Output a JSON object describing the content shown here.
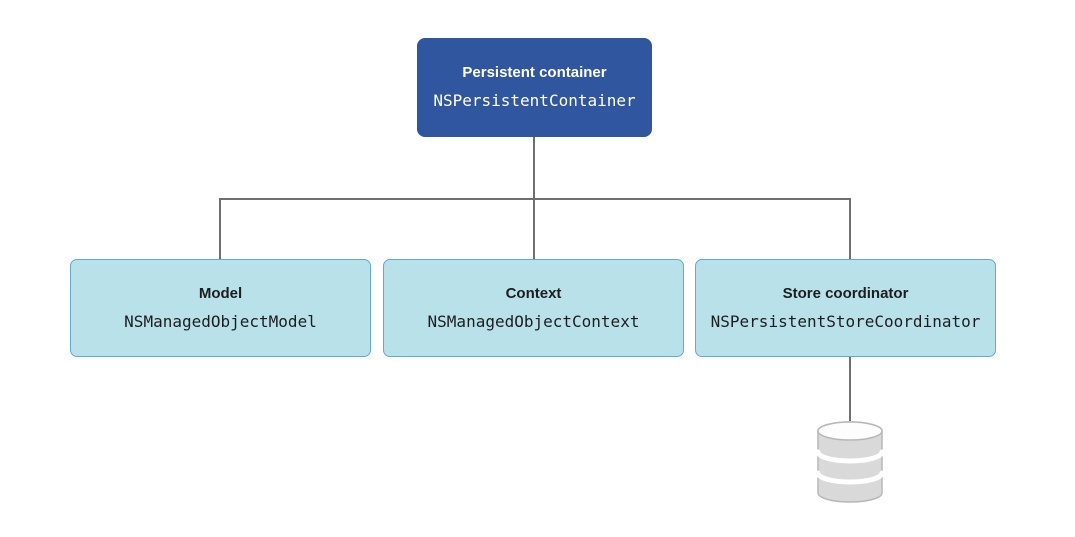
{
  "nodes": {
    "persistent_container": {
      "title": "Persistent container",
      "code": "NSPersistentContainer"
    },
    "model": {
      "title": "Model",
      "code": "NSManagedObjectModel"
    },
    "context": {
      "title": "Context",
      "code": "NSManagedObjectContext"
    },
    "store_coordinator": {
      "title": "Store coordinator",
      "code": "NSPersistentStoreCoordinator"
    }
  },
  "icons": {
    "database": "database-cylinder-icon"
  },
  "colors": {
    "background": "#ffffff",
    "primary_node_fill": "#30569f",
    "primary_node_text": "#ffffff",
    "secondary_node_fill": "#b9e1ea",
    "secondary_node_border": "#65a7d8",
    "secondary_node_text": "#1d1d1f",
    "connector_line": "#6f6f6f",
    "database_fill": "#d9d9d9",
    "database_stroke": "#b7b7b7"
  }
}
